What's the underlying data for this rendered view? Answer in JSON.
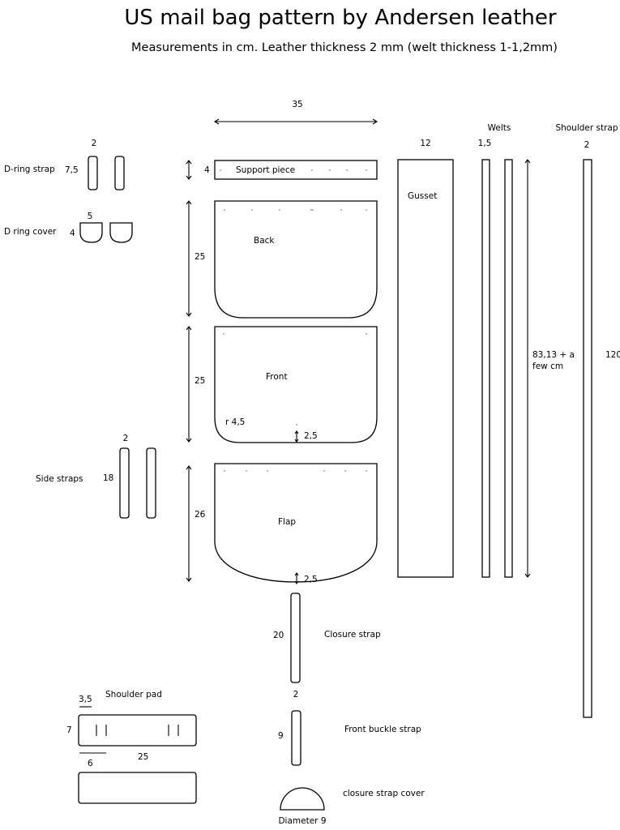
{
  "title": "US mail bag pattern by Andersen leather",
  "subtitle": "Measurements in cm. Leather thickness 2 mm (welt thickness 1-1,2mm)",
  "pieces": {
    "support": {
      "label": "Support piece",
      "width": "35",
      "height": "4"
    },
    "back": {
      "label": "Back",
      "height": "25"
    },
    "front": {
      "label": "Front",
      "height": "25",
      "radius": "r 4,5",
      "inset": "2,5"
    },
    "flap": {
      "label": "Flap",
      "height": "26",
      "inset": "2,5"
    },
    "gusset": {
      "label": "Gusset",
      "width": "12"
    },
    "welts": {
      "label": "Welts",
      "width": "1,5",
      "length": "83,13 + a",
      "length_note": "few cm"
    },
    "shoulder_strap": {
      "label": "Shoulder strap",
      "width": "2",
      "length": "120"
    },
    "dring_strap": {
      "label": "D-ring strap",
      "width": "2",
      "height": "7,5"
    },
    "dring_cover": {
      "label": "D ring cover",
      "width": "5",
      "height": "4"
    },
    "side_straps": {
      "label": "Side straps",
      "width": "2",
      "height": "18"
    },
    "closure_strap": {
      "label": "Closure strap",
      "length": "20",
      "width": "2"
    },
    "front_buckle_strap": {
      "label": "Front buckle strap",
      "length": "9"
    },
    "closure_strap_cover": {
      "label": "closure strap cover",
      "diameter": "Diameter 9"
    },
    "shoulder_pad": {
      "label": "Shoulder pad",
      "slot_offset": "3,5",
      "height": "7",
      "length": "25",
      "offset": "6"
    }
  }
}
